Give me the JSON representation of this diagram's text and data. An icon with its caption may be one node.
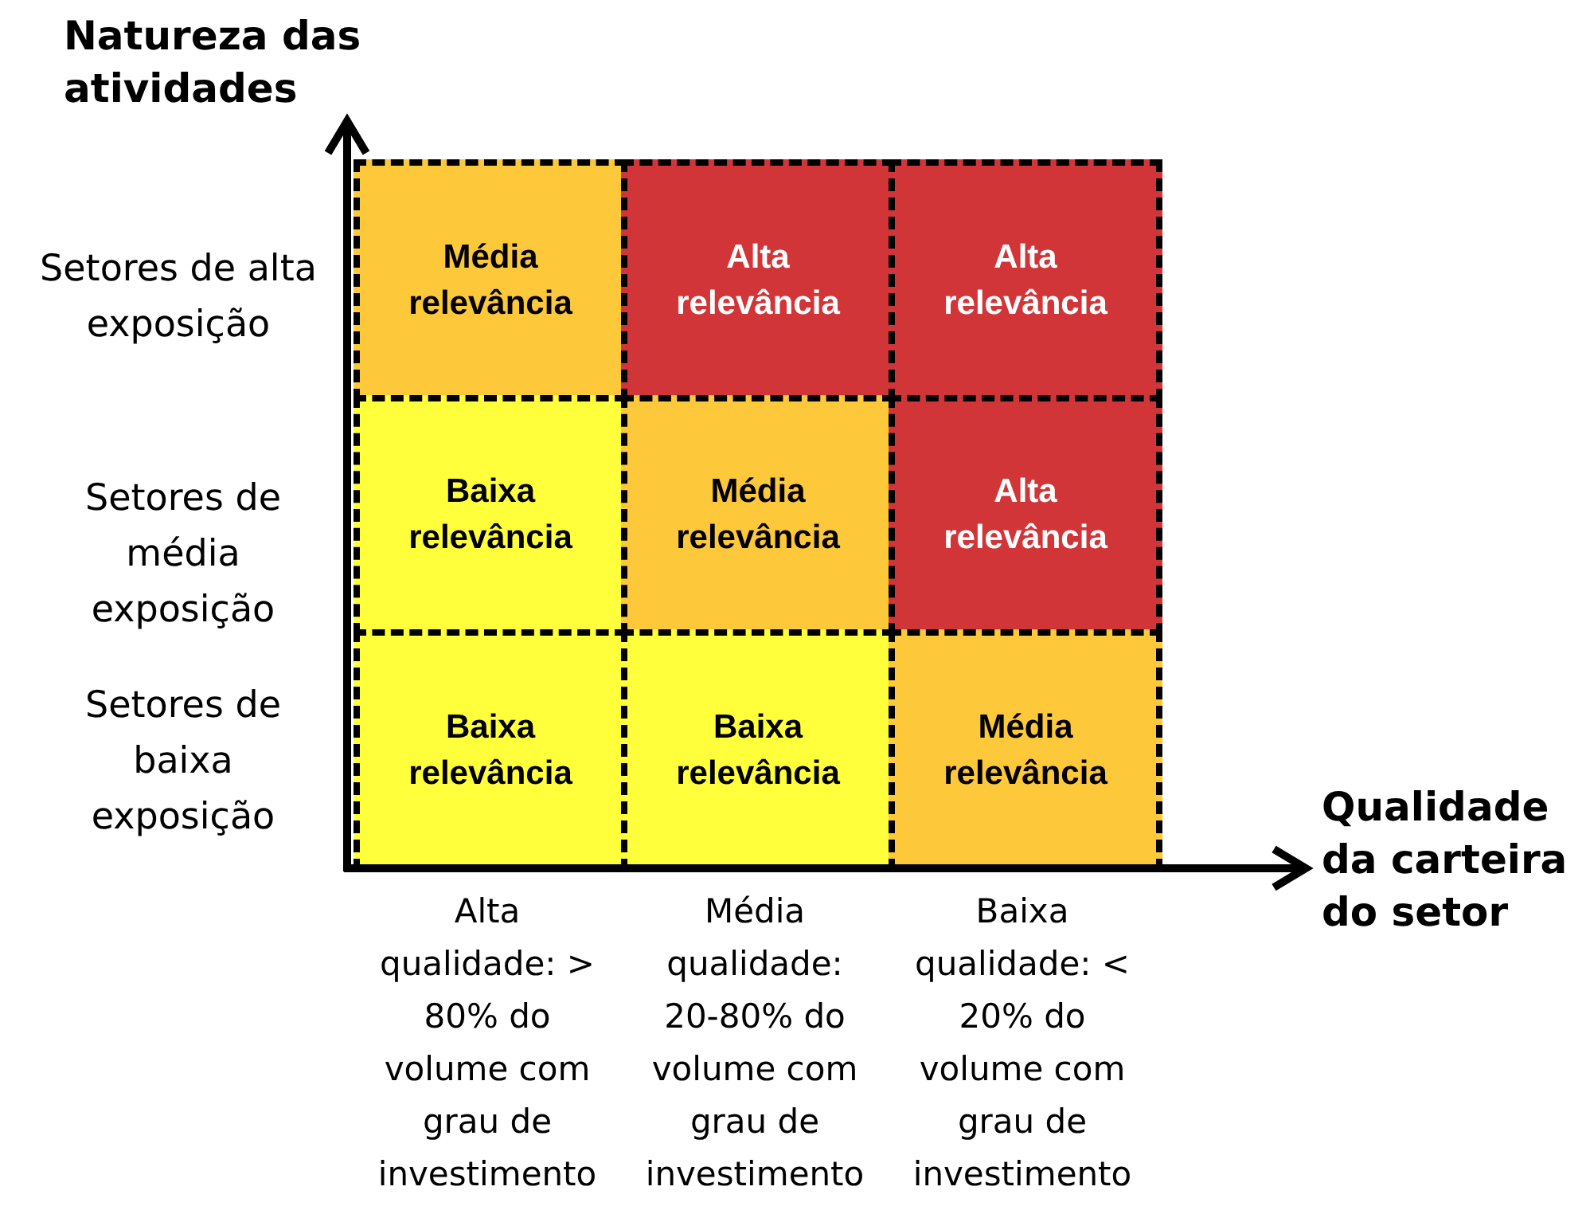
{
  "diagram": {
    "nodes": [
      {
        "text": [
          "Média relevância"
        ]
      },
      {
        "text": [
          "Alta relevância"
        ]
      },
      {
        "text": [
          "Alta relevância"
        ]
      },
      {
        "text": [
          "Baixa relevância"
        ]
      },
      {
        "text": [
          "Média relevância"
        ]
      },
      {
        "text": [
          "Alta relevância"
        ]
      },
      {
        "text": [
          "Baixa relevância"
        ]
      },
      {
        "text": [
          "Baixa relevância"
        ]
      },
      {
        "text": [
          "Média relevância"
        ]
      }
    ],
    "labels": [
      "Natureza das atividades",
      "Setores de alta exposição",
      "Setores de média exposição",
      "Setores de baixa exposição",
      "Qualidade da carteira do setor",
      "Alta qualidade: > 80% do volume com grau de investimento",
      "Média qualidade: 20-80% do volume com grau de investimento",
      "Baixa qualidade: < 20% do volume com grau de investimento"
    ]
  }
}
